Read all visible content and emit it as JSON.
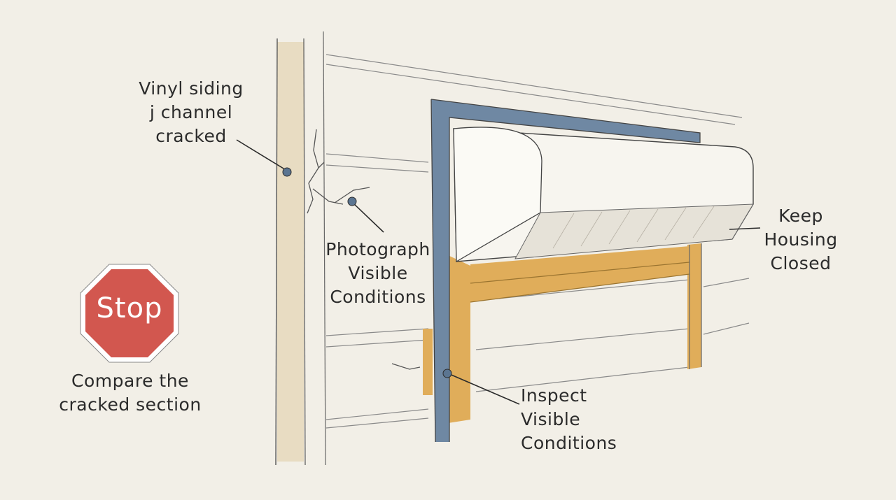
{
  "labels": {
    "vinyl": [
      "Vinyl siding",
      "j channel",
      "cracked"
    ],
    "photograph": [
      "Photograph",
      "Visible",
      "Conditions"
    ],
    "keep": [
      "Keep",
      "Housing",
      "Closed"
    ],
    "inspect": [
      "Inspect",
      "Visible",
      "Conditions"
    ],
    "compare": [
      "Compare the",
      "cracked section"
    ]
  },
  "stop_sign": {
    "text": "Stop",
    "fill": "#d2574f",
    "border": "#ffffff"
  },
  "colors": {
    "background": "#f2efe7",
    "j_channel": "#6f88a3",
    "wood_trim": "#e0ad5a",
    "post": "#e8dcc2",
    "housing": "#f7f5ef",
    "ink": "#2b2b2b",
    "marker": "#5b7591"
  }
}
